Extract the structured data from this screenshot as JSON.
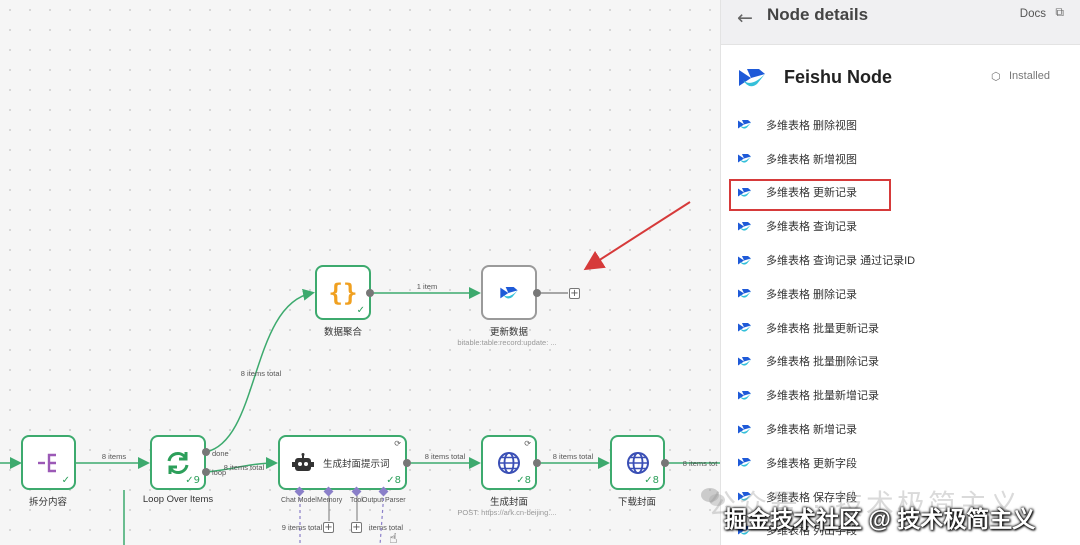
{
  "canvas": {
    "nodes": {
      "split": {
        "label": "拆分内容"
      },
      "loop": {
        "label": "Loop Over Items",
        "count": "9",
        "port_done": "done",
        "port_loop": "loop"
      },
      "aggregate": {
        "label": "数据聚合"
      },
      "update": {
        "label": "更新数据",
        "subtitle": "bitable:table:record:update: ..."
      },
      "prompt": {
        "label": "生成封面提示词",
        "count": "8",
        "sub_chat": "Chat Model",
        "sub_memory": "Memory",
        "sub_tool": "Tool",
        "sub_parser": "Output Parser"
      },
      "cover": {
        "label": "生成封面",
        "count": "8",
        "subtitle": "POST: https://ark.cn-beijing...."
      },
      "download": {
        "label": "下载封面",
        "count": "8"
      }
    },
    "edges": {
      "e1": "8 items",
      "e2": "8 items total",
      "e3": "1 item",
      "e4": "8 items total",
      "e5": "8 items total",
      "e6": "8 items total",
      "e7": "8 items tot",
      "e8": "9 items total",
      "e9": "items total"
    }
  },
  "panel": {
    "title": "Node details",
    "docs": "Docs",
    "app_name": "Feishu Node",
    "installed": "Installed",
    "actions": [
      "多维表格 删除视图",
      "多维表格 新增视图",
      "多维表格 更新记录",
      "多维表格 查询记录",
      "多维表格 查询记录 通过记录ID",
      "多维表格 删除记录",
      "多维表格 批量更新记录",
      "多维表格 批量删除记录",
      "多维表格 批量新增记录",
      "多维表格 新增记录",
      "多维表格 更新字段",
      "多维表格 保存字段",
      "多维表格 列出字段"
    ]
  },
  "watermark": {
    "line1": "公众号 · 技术极简主义",
    "line2": "掘金技术社区 @ 技术极简主义"
  },
  "colors": {
    "node_border": "#3daa6e",
    "edge": "#3daa6e",
    "highlight": "#d63a3a",
    "arrow": "#d63a3a",
    "feishu_blue": "#1e5ad8",
    "feishu_cyan": "#35c0d9"
  },
  "icons": [
    "back-arrow-icon",
    "external-link-icon",
    "feishu-logo-icon",
    "cube-icon",
    "split-icon",
    "loop-icon",
    "braces-icon",
    "robot-icon",
    "globe-icon",
    "check-icon",
    "refresh-icon",
    "plus-icon",
    "cursor-hand-icon",
    "wechat-icon"
  ]
}
